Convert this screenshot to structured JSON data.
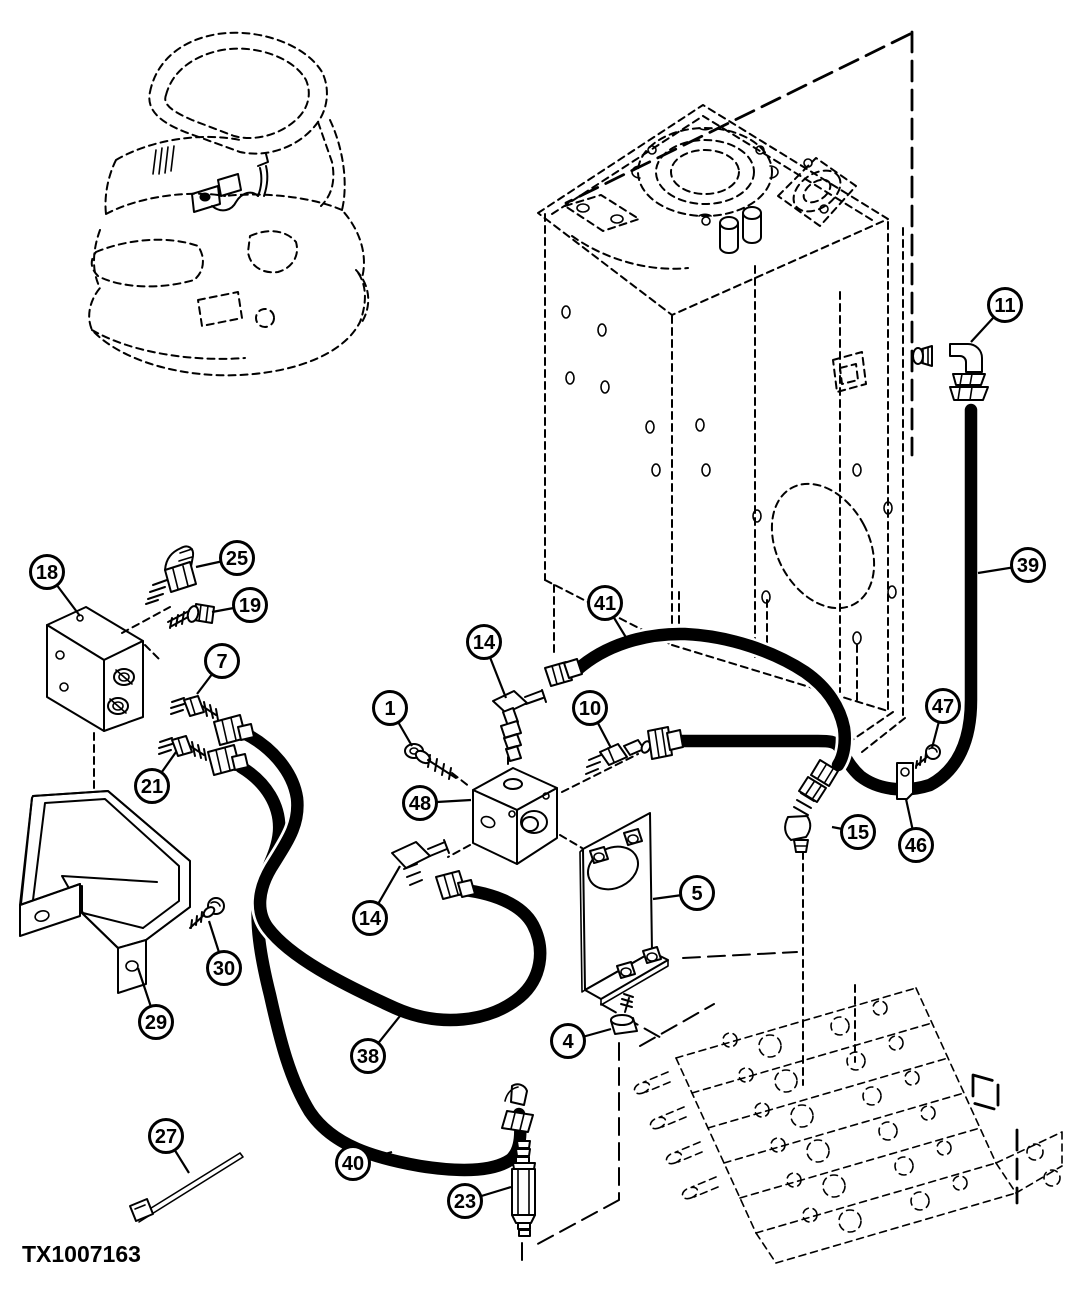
{
  "figure_id": "TX1007163",
  "colors": {
    "ink": "#000000",
    "background": "#ffffff"
  },
  "callouts": [
    "18",
    "25",
    "19",
    "7",
    "21",
    "1",
    "48",
    "14",
    "41",
    "10",
    "11",
    "39",
    "47",
    "46",
    "15",
    "5",
    "4",
    "14",
    "30",
    "29",
    "38",
    "40",
    "27",
    "23"
  ]
}
